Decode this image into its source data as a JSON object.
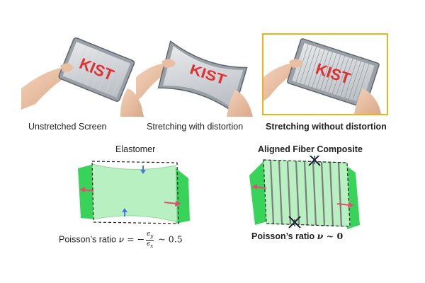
{
  "panels": [
    {
      "caption": "Unstretched Screen",
      "logo_text": "KIST"
    },
    {
      "caption": "Stretching with distortion",
      "logo_text": "KIST"
    },
    {
      "caption": "Stretching without distortion",
      "logo_text": "KIST"
    }
  ],
  "diagrams": {
    "left": {
      "title": "Elastomer",
      "poisson_prefix": "Poisson’s ratio ",
      "nu": "ν",
      "equals": " = −",
      "num": "ϵ",
      "num_sub": "y",
      "den": "ϵ",
      "den_sub": "x",
      "approx": " ~ 0.5"
    },
    "right": {
      "title": "Aligned Fiber Composite",
      "poisson_prefix": "Poisson’s ratio ",
      "nu": "ν",
      "approx": " ~ 0"
    }
  },
  "colors": {
    "highlight_border": "#e8b420",
    "green": "#38d45a",
    "light_green": "#b9f0c2",
    "arrow_red": "#e0506e",
    "arrow_blue": "#4a78d8",
    "fiber": "#7c7c7c",
    "logo_red": "#e03030"
  }
}
